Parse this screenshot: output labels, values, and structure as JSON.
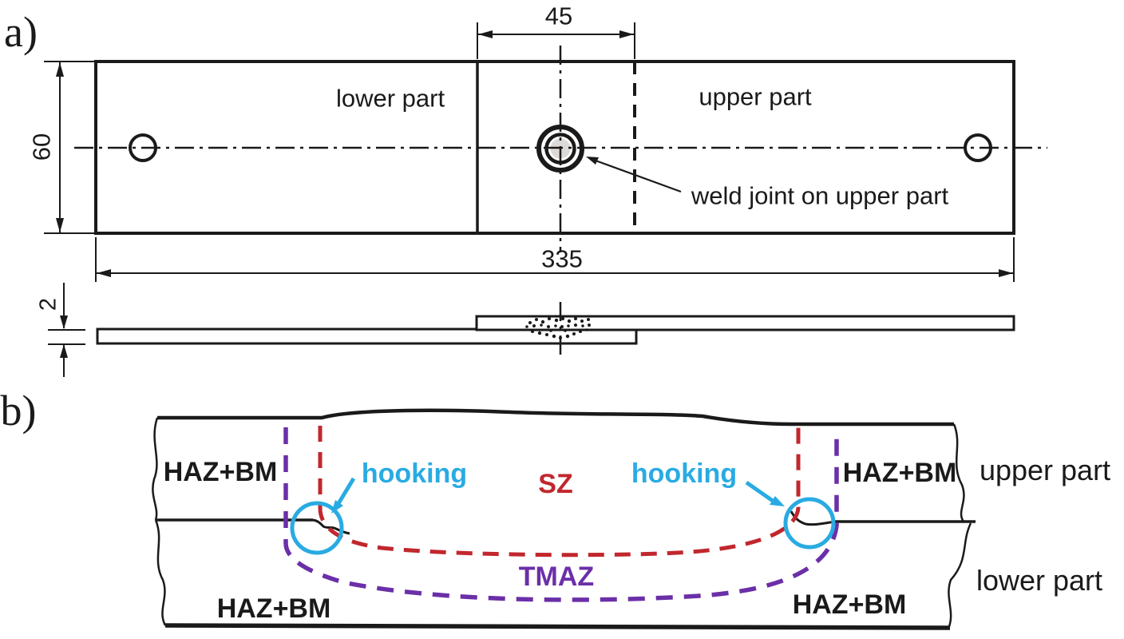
{
  "colors": {
    "line_black": "#1a1a1a",
    "sz_red": "#c1272d",
    "tmaz_purple": "#6b2fa8",
    "hooking_cyan": "#29abe2",
    "weld_fill": "#dcd9d6"
  },
  "panel_a": {
    "label": "a)",
    "lower_part": "lower part",
    "upper_part": "upper part",
    "weld_note": "weld joint on upper part",
    "dim_overlap_width": "45",
    "dim_plate_width": "60",
    "dim_total_length": "335",
    "dim_thickness": "2"
  },
  "panel_b": {
    "label": "b)",
    "haz_upper_left": "HAZ+BM",
    "haz_upper_right": "HAZ+BM",
    "haz_lower_left": "HAZ+BM",
    "haz_lower_right": "HAZ+BM",
    "hooking_left": "hooking",
    "hooking_right": "hooking",
    "sz": "SZ",
    "tmaz": "TMAZ",
    "upper_part": "upper part",
    "lower_part": "lower part"
  }
}
